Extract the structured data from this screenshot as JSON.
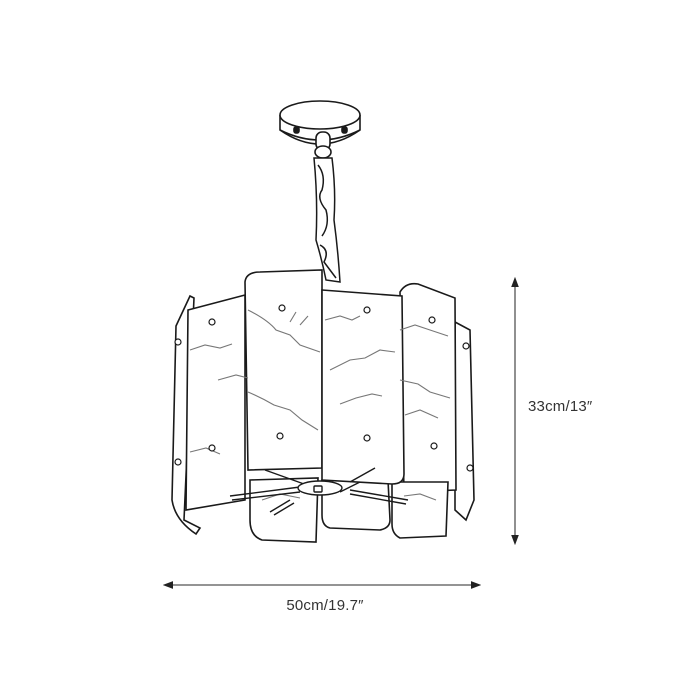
{
  "diagram": {
    "subject": "pendant chandelier line drawing",
    "colors": {
      "outline": "#1a1a1a",
      "veins": "#777777",
      "dimension_line": "#555555",
      "label": "#333333",
      "background": "#ffffff"
    },
    "dimensions": {
      "width": {
        "label": "50cm/19.7″",
        "orientation": "horizontal"
      },
      "height": {
        "label": "33cm/13″",
        "orientation": "vertical"
      }
    },
    "parts": [
      "ceiling-canopy",
      "chain-stem",
      "marble-panels",
      "center-hub",
      "arms"
    ]
  }
}
